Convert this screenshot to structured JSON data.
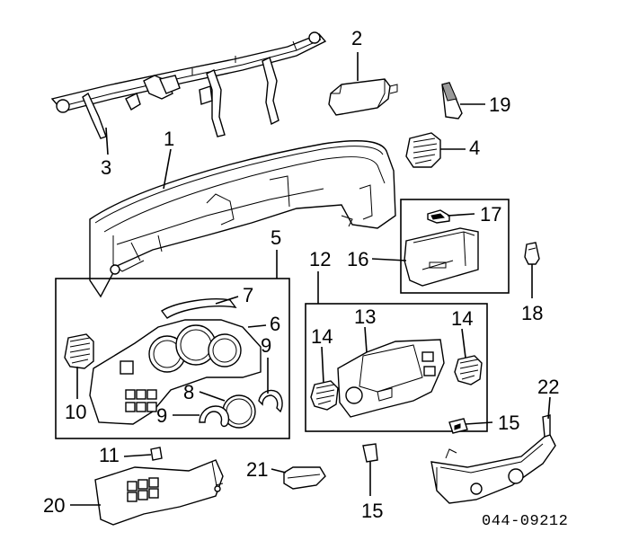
{
  "diagram": {
    "drawing_code": "044-09212",
    "callouts": [
      {
        "id": "c1",
        "text": "1"
      },
      {
        "id": "c2",
        "text": "2"
      },
      {
        "id": "c3",
        "text": "3"
      },
      {
        "id": "c4",
        "text": "4"
      },
      {
        "id": "c5",
        "text": "5"
      },
      {
        "id": "c6",
        "text": "6"
      },
      {
        "id": "c7",
        "text": "7"
      },
      {
        "id": "c8",
        "text": "8"
      },
      {
        "id": "c9a",
        "text": "9"
      },
      {
        "id": "c9b",
        "text": "9"
      },
      {
        "id": "c10",
        "text": "10"
      },
      {
        "id": "c11",
        "text": "11"
      },
      {
        "id": "c12",
        "text": "12"
      },
      {
        "id": "c13",
        "text": "13"
      },
      {
        "id": "c14a",
        "text": "14"
      },
      {
        "id": "c14b",
        "text": "14"
      },
      {
        "id": "c15a",
        "text": "15"
      },
      {
        "id": "c15b",
        "text": "15"
      },
      {
        "id": "c16",
        "text": "16"
      },
      {
        "id": "c17",
        "text": "17"
      },
      {
        "id": "c18",
        "text": "18"
      },
      {
        "id": "c19",
        "text": "19"
      },
      {
        "id": "c20",
        "text": "20"
      },
      {
        "id": "c21",
        "text": "21"
      },
      {
        "id": "c22",
        "text": "22"
      }
    ]
  }
}
